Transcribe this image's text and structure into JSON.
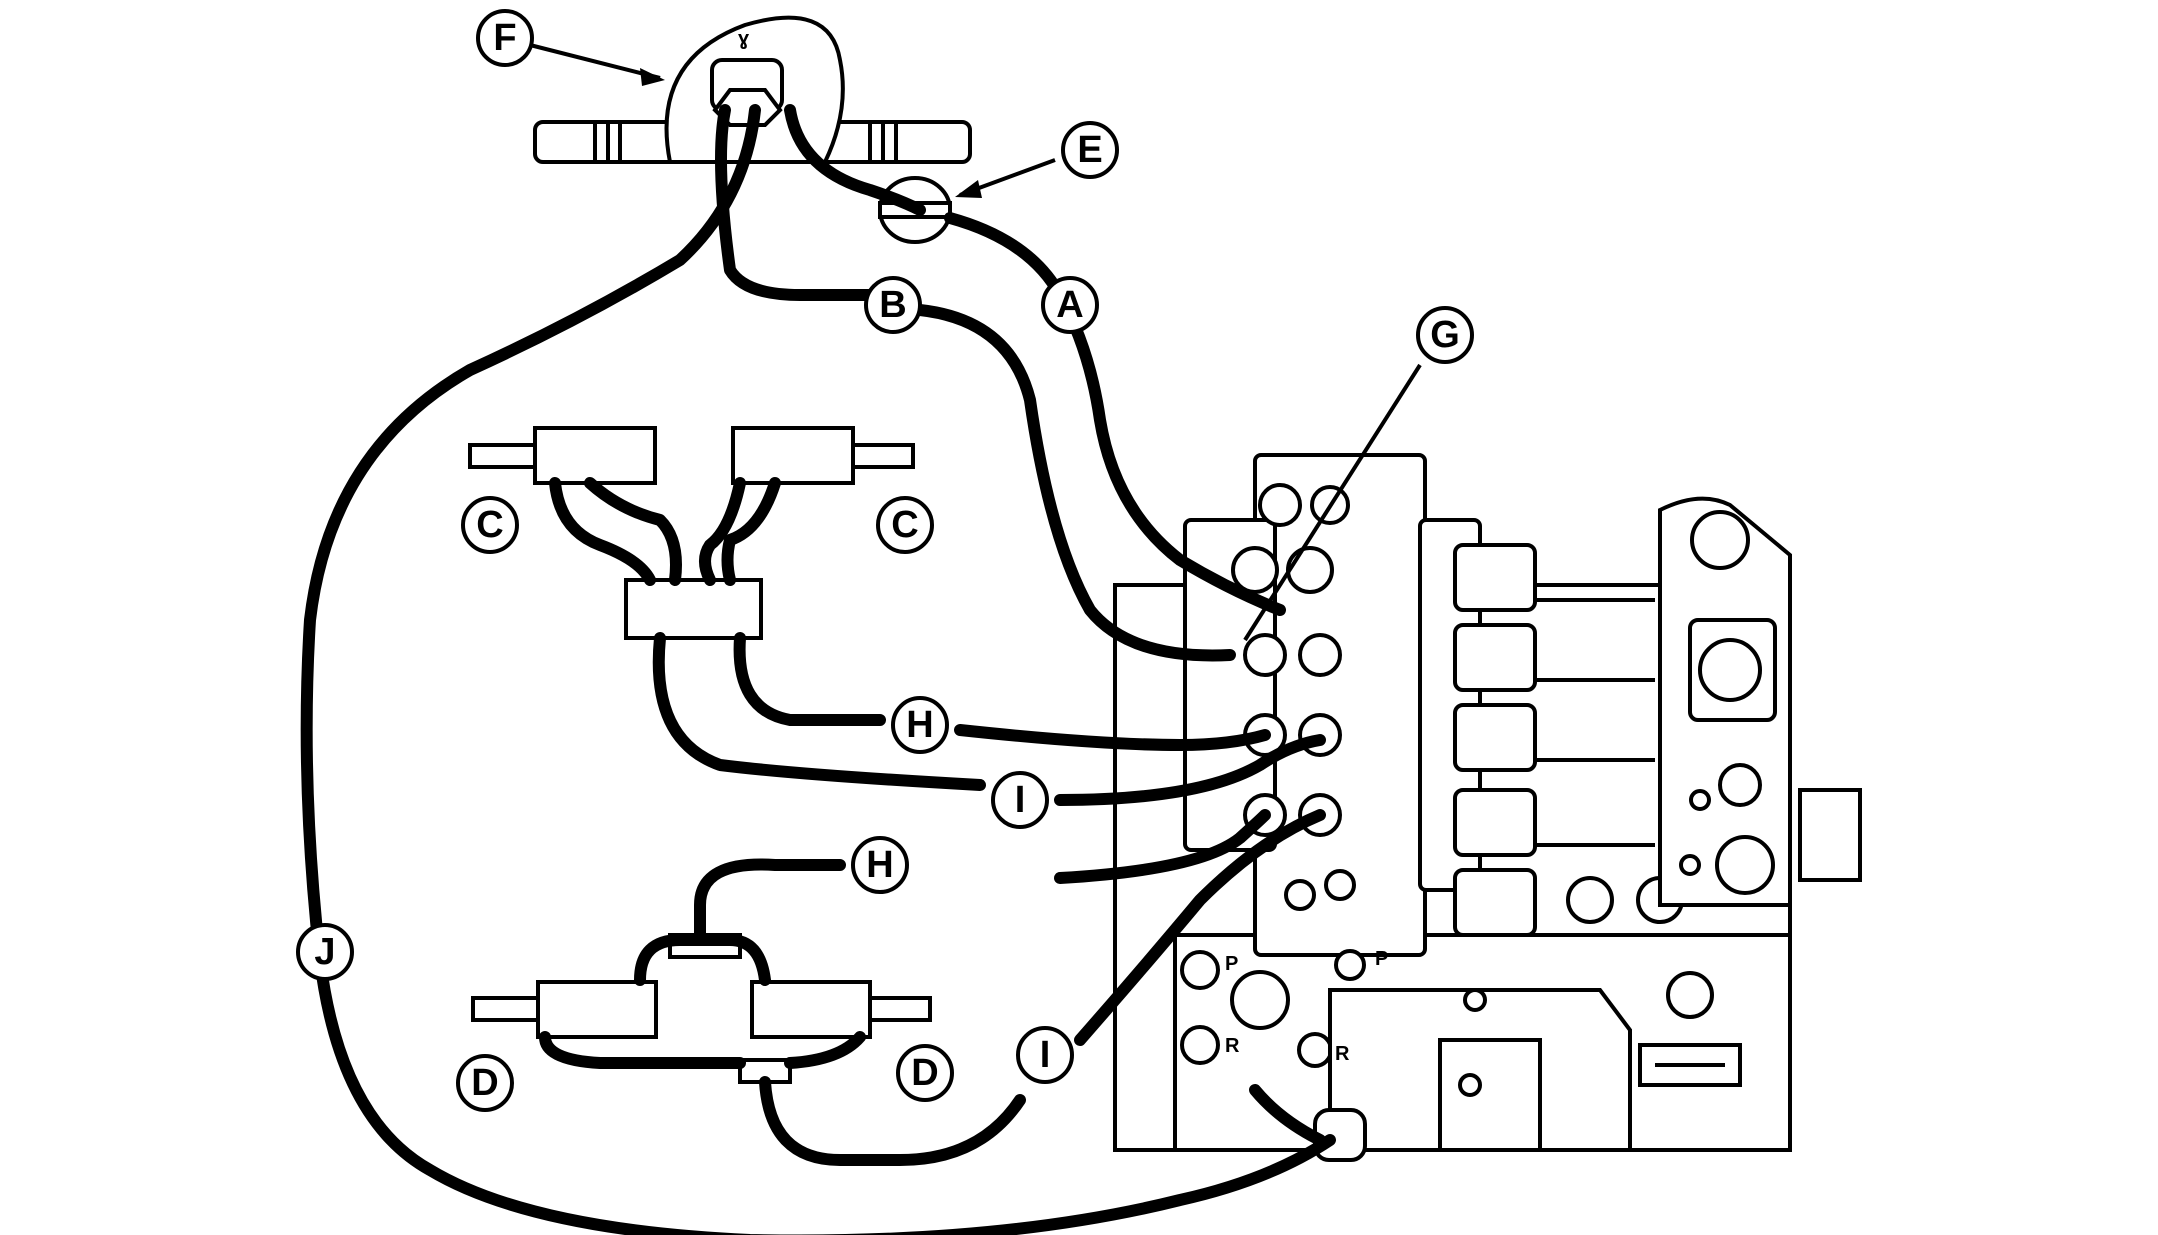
{
  "callouts": {
    "A": "A",
    "B": "B",
    "C": "C",
    "D": "D",
    "E": "E",
    "F": "F",
    "G": "G",
    "H": "H",
    "I": "I",
    "J": "J"
  },
  "port_labels": {
    "p": "P",
    "r": "R"
  }
}
